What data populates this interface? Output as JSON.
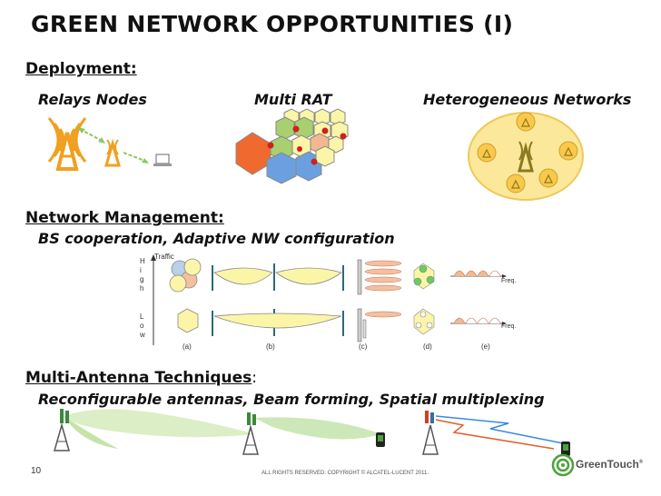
{
  "slide": {
    "title": "GREEN NETWORK OPPORTUNITIES (I)",
    "page_number": "10",
    "copyright": "ALL RIGHTS RESERVED. COPYRIGHT © ALCATEL-LUCENT 2011.",
    "brand": "GreenTouch",
    "brand_mark": "®"
  },
  "deployment": {
    "heading": "Deployment:",
    "relays_label": "Relays Nodes",
    "multirat_label": "Multi RAT",
    "hetnet_label": "Heterogeneous Networks"
  },
  "management": {
    "heading": "Network Management:",
    "subheading": "BS cooperation, Adaptive NW configuration",
    "traffic_label": "Traffic",
    "high_letters": [
      "H",
      "i",
      "g",
      "h"
    ],
    "low_letters": [
      "L",
      "o",
      "w"
    ],
    "freq_label": "Freq.",
    "panel_labels": [
      "(a)",
      "(b)",
      "(c)",
      "(d)",
      "(e)"
    ]
  },
  "antenna": {
    "heading": "Multi-Antenna Techniques",
    "heading_suffix": ":",
    "subheading": "Reconfigurable antennas, Beam forming,  Spatial multiplexing"
  },
  "colors": {
    "relay_orange": "#f0a020",
    "green_light": "#7cc060",
    "yellow_fill": "#fbf5a8",
    "hex_orange": "#f06a30",
    "hex_blue": "#6aa0e0",
    "hex_green": "#a8d070",
    "hetnet_fill": "#fbe89a",
    "red_dot": "#d02020",
    "brand_green": "#4aa23a"
  }
}
